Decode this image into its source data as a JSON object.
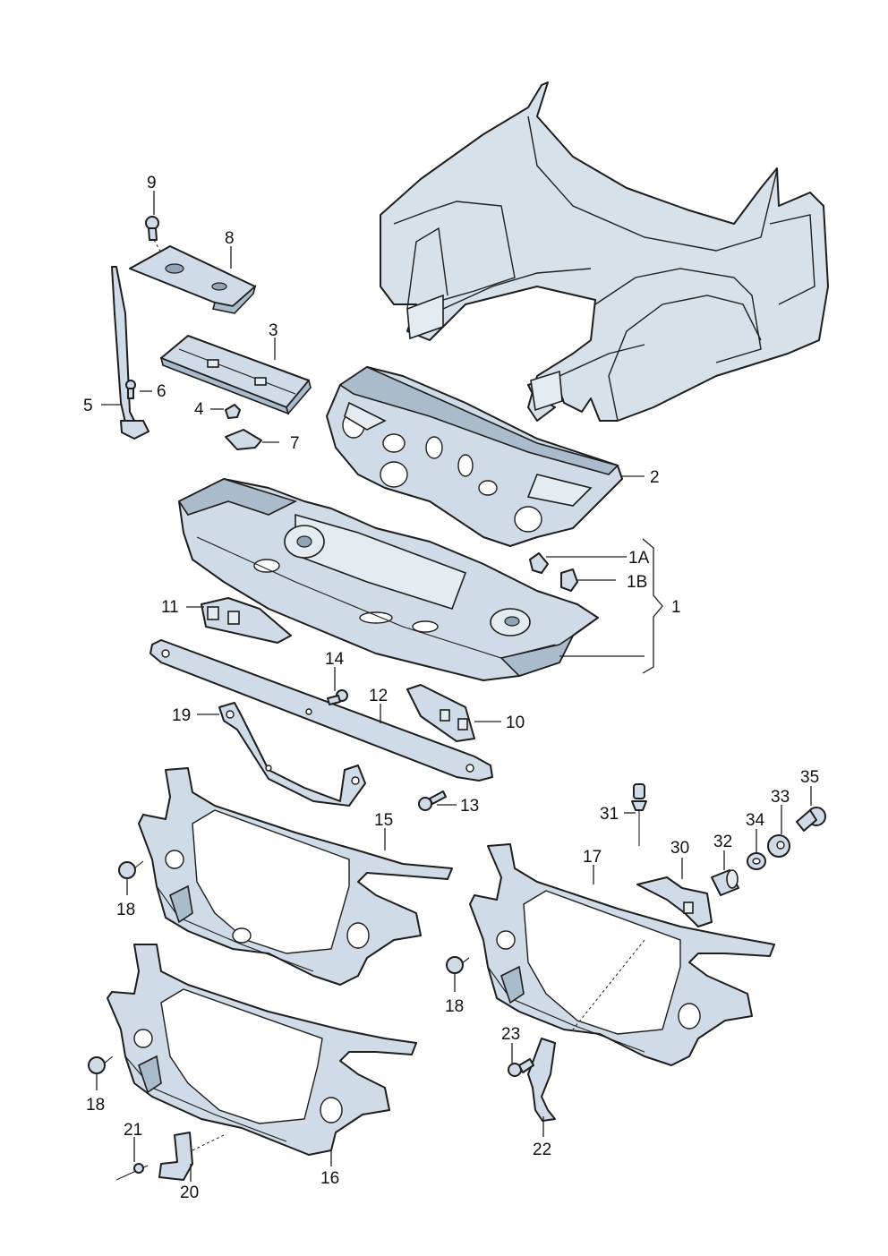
{
  "callouts": {
    "c1": "1",
    "c1A": "1A",
    "c1B": "1B",
    "c2": "2",
    "c3": "3",
    "c4": "4",
    "c5": "5",
    "c6": "6",
    "c7": "7",
    "c8": "8",
    "c9": "9",
    "c10": "10",
    "c11": "11",
    "c12": "12",
    "c13": "13",
    "c14": "14",
    "c15": "15",
    "c16": "16",
    "c17": "17",
    "c18a": "18",
    "c18b": "18",
    "c18c": "18",
    "c19": "19",
    "c20": "20",
    "c21": "21",
    "c22": "22",
    "c23": "23",
    "c30": "30",
    "c31": "31",
    "c32": "32",
    "c33": "33",
    "c34": "34",
    "c35": "35"
  },
  "colors": {
    "part_fill": "#cfdbe6",
    "part_shadow": "#aabccb",
    "outline": "#1e1e1e",
    "background": "#ffffff"
  }
}
